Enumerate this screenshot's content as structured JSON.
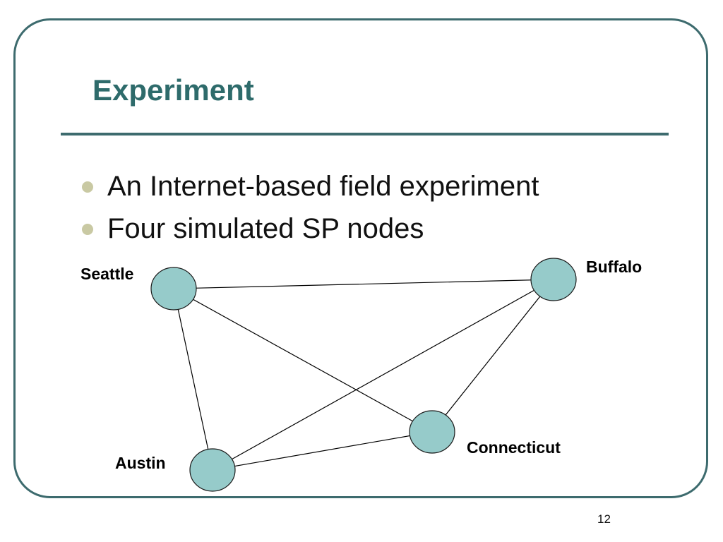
{
  "slide": {
    "title": "Experiment",
    "bullets": [
      "An Internet-based field experiment",
      "Four simulated SP nodes"
    ],
    "page_number": "12"
  },
  "diagram": {
    "node_fill": "#96cbca",
    "nodes": {
      "seattle": "Seattle",
      "buffalo": "Buffalo",
      "connecticut": "Connecticut",
      "austin": "Austin"
    },
    "edges": [
      [
        "seattle",
        "buffalo"
      ],
      [
        "seattle",
        "connecticut"
      ],
      [
        "seattle",
        "austin"
      ],
      [
        "buffalo",
        "connecticut"
      ],
      [
        "buffalo",
        "austin"
      ],
      [
        "connecticut",
        "austin"
      ]
    ]
  },
  "colors": {
    "title": "#2e6b6b",
    "frame": "#3d6b6e",
    "bullet": "#c9c9a3"
  }
}
